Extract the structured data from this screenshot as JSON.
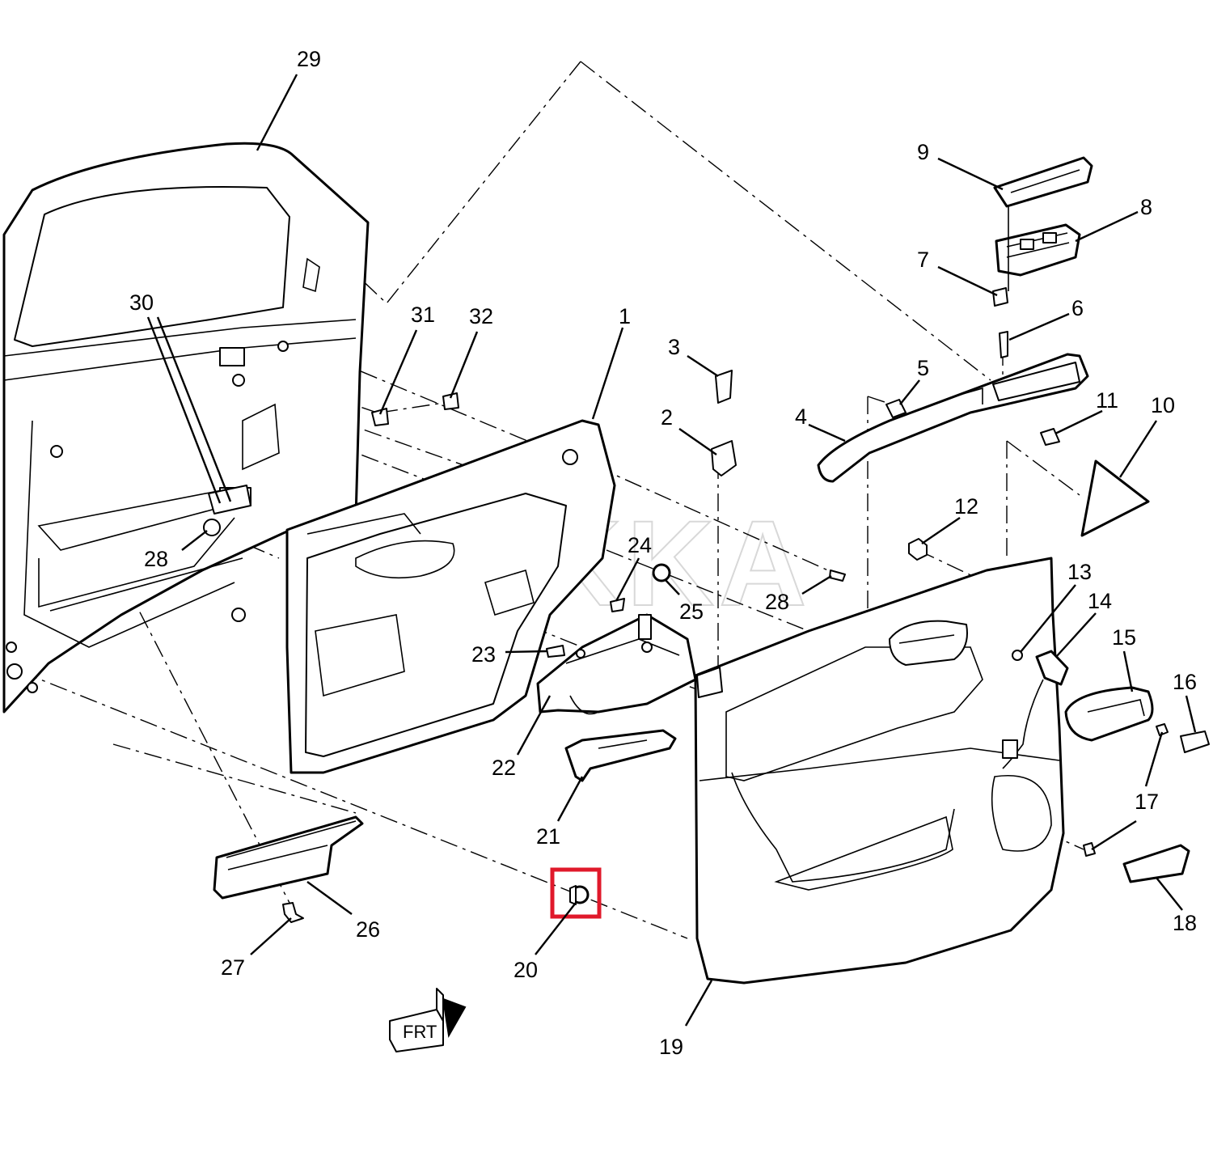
{
  "diagram": {
    "watermark": "REKKA",
    "highlight": {
      "callout": "20",
      "color": "#e0192b"
    },
    "front_indicator": {
      "text": "FRT",
      "icon": "arrow-right-icon"
    },
    "callouts": [
      "1",
      "2",
      "3",
      "4",
      "5",
      "6",
      "7",
      "8",
      "9",
      "10",
      "11",
      "12",
      "13",
      "14",
      "15",
      "16",
      "17",
      "18",
      "19",
      "20",
      "21",
      "22",
      "23",
      "24",
      "25",
      "26",
      "27",
      "28",
      "28",
      "29",
      "30",
      "31",
      "32"
    ]
  }
}
